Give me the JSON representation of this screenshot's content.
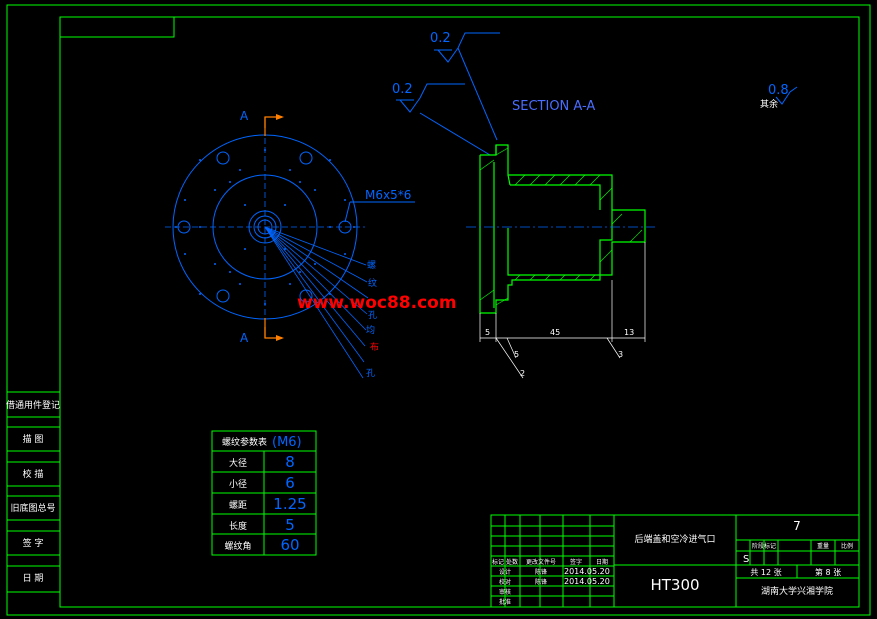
{
  "colors": {
    "frame": "#00ff00",
    "annot": "#0066ff",
    "dim": "#ffffff",
    "axis": "#ff7f00",
    "watermark": "#ff0000",
    "section_text": "#4a6dff"
  },
  "side_panel": [
    "借通用件登记",
    "描  图",
    "校  描",
    "旧底图总号",
    "签  字",
    "日  期"
  ],
  "front_view": {
    "section_mark_top": "A",
    "section_mark_bottom": "A",
    "thread_label": "M6x5*6",
    "leader_labels": [
      "螺",
      "纹",
      "孔",
      "均",
      "布",
      "孔"
    ]
  },
  "section_view": {
    "title": "SECTION  A-A",
    "roughness": [
      "0.2",
      "0.2"
    ],
    "dims": [
      "5",
      "45",
      "13"
    ],
    "leader_nums": [
      "5",
      "2",
      "3"
    ]
  },
  "other_roughness": {
    "value": "0.8",
    "label": "其余"
  },
  "watermark": "www.woc88.com",
  "param_table": {
    "header_label": "螺纹参数表",
    "header_value": "(M6)",
    "rows": [
      {
        "label": "大径",
        "value": "8"
      },
      {
        "label": "小径",
        "value": "6"
      },
      {
        "label": "螺距",
        "value": "1.25"
      },
      {
        "label": "长度",
        "value": "5"
      },
      {
        "label": "螺纹角",
        "value": "60"
      }
    ]
  },
  "title_block": {
    "part_name": "后端盖和空冷进气口",
    "material": "HT300",
    "drawing_no": "7",
    "label_mark": "阶段标记",
    "label_weight": "重量",
    "label_scale": "比例",
    "stage": "S",
    "sheet_total": "共 12 张",
    "sheet_no": "第 8 张",
    "school": "湖南大学兴湘学院",
    "row_labels": [
      "标记",
      "处数",
      "更改文件号",
      "签字",
      "日期"
    ],
    "sign_rows": [
      {
        "role": "设计",
        "name": "陈锋",
        "date": "2014.05.20"
      },
      {
        "role": "校对",
        "name": "陈锋",
        "date": "2014.05.20"
      },
      {
        "role": "审核",
        "name": "",
        "date": ""
      },
      {
        "role": "批准",
        "name": "",
        "date": ""
      }
    ]
  }
}
